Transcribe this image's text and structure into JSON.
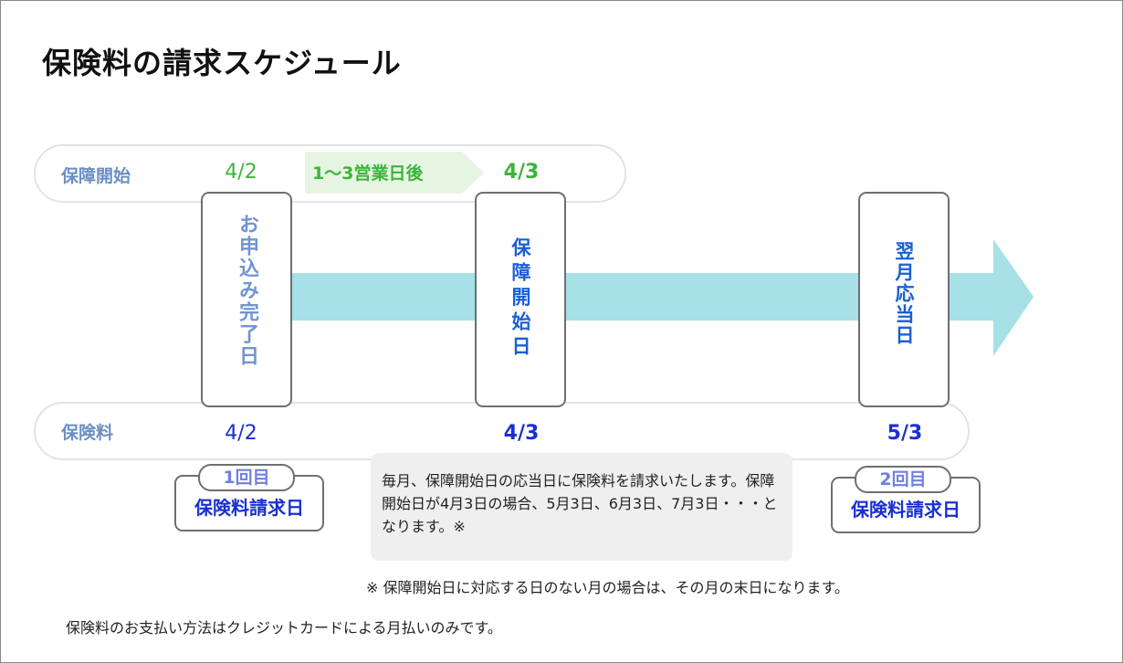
{
  "title": "保険料の請求スケジュール",
  "rows": {
    "start_label": "保障開始",
    "fee_label": "保険料"
  },
  "dates": {
    "start_apply": "4/2",
    "start_begin": "4/3",
    "fee_apply": "4/2",
    "fee_begin": "4/3",
    "fee_next": "5/3"
  },
  "business_days": "1〜3営業日後",
  "milestones": {
    "apply": "お申込み完了日",
    "start": "保障開始日",
    "next": "翌月応当日"
  },
  "billing": {
    "first_tag": "1回目",
    "first_label": "保険料請求日",
    "second_tag": "2回目",
    "second_label": "保険料請求日"
  },
  "explanation": "毎月、保障開始日の応当日に保険料を請求いたします。保障開始日が4月3日の場合、5月3日、6月3日、7月3日・・・となります。※",
  "note": "※ 保障開始日に対応する日のない月の場合は、その月の末日になります。",
  "footer": "保険料のお支払い方法はクレジットカードによる月払いのみです。",
  "colors": {
    "timeline_arrow": "#a7e0e7",
    "business_day_arrow": "#e6f5e2",
    "green": "#3cb43c",
    "blue": "#1a2fd2",
    "bubble": "#f0efef"
  }
}
